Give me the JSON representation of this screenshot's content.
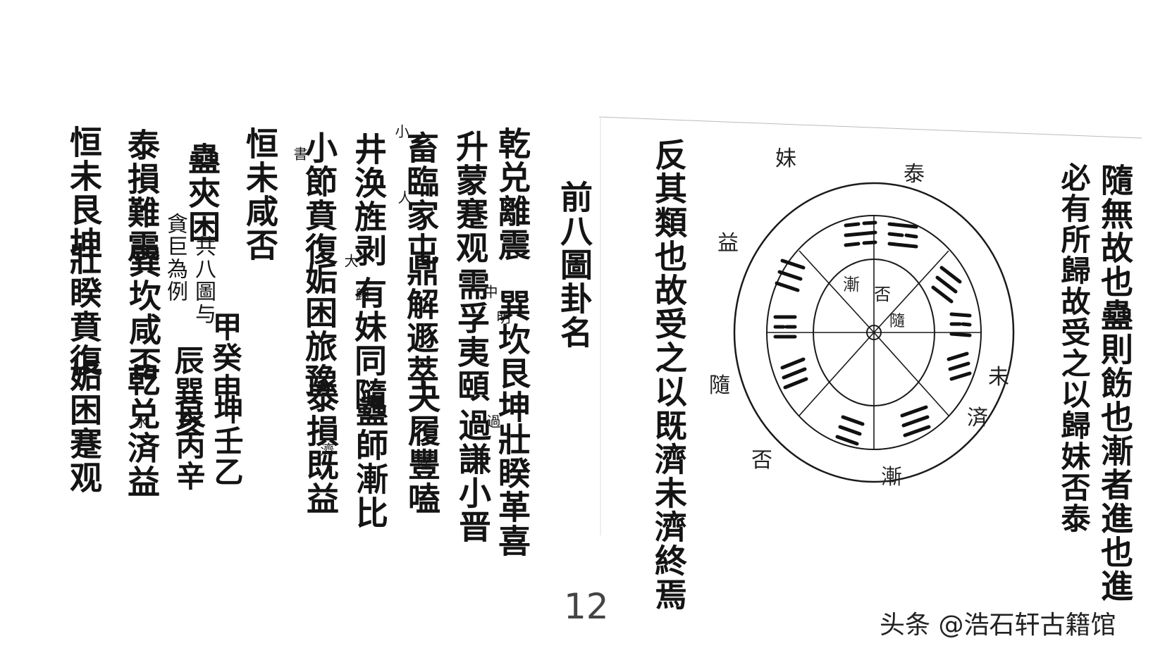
{
  "page": {
    "number": "12",
    "watermark": "头条 @浩石轩古籍馆"
  },
  "right_text": {
    "col1": "隨無故也蠱則飭也漸者進也進",
    "col2": "必有所歸故受之以歸妹否泰",
    "col3": "反其類也故受之以既濟未濟終焉"
  },
  "diagram": {
    "outer_labels": [
      "否",
      "漸",
      "未",
      "泰",
      "妹",
      "隨",
      "益",
      "済"
    ],
    "inner_labels": [
      "否",
      "漸",
      "隨"
    ]
  },
  "left_text": {
    "title": "前八圖卦名",
    "columns": [
      "乾兑離震",
      "巽坎艮坤",
      "壯睽革喜",
      "升蒙蹇观",
      "需孚夷頤",
      "過謙小晋",
      "畜臨家屯",
      "鼎解遯萃",
      "夬履豐嗑",
      "井涣旌剥",
      "有妹同隨",
      "蠱師漸比",
      "小節賁復",
      "姤困旅豫",
      "泰損既益",
      "恒未咸否",
      "蠱㚒困",
      "甲癸申",
      "坤壬乙",
      "辰巽亥",
      "艮丙辛",
      "泰損難震",
      "巽坎咸否",
      "乾兑済益",
      "恒未艮坤",
      "壯睽賁復",
      "姤困蹇观"
    ],
    "notes": [
      "一共八圖与",
      "貪巨為例",
      "小",
      "人",
      "中",
      "明",
      "大",
      "過",
      "噬",
      "濟",
      "書",
      "歸",
      "水"
    ]
  }
}
